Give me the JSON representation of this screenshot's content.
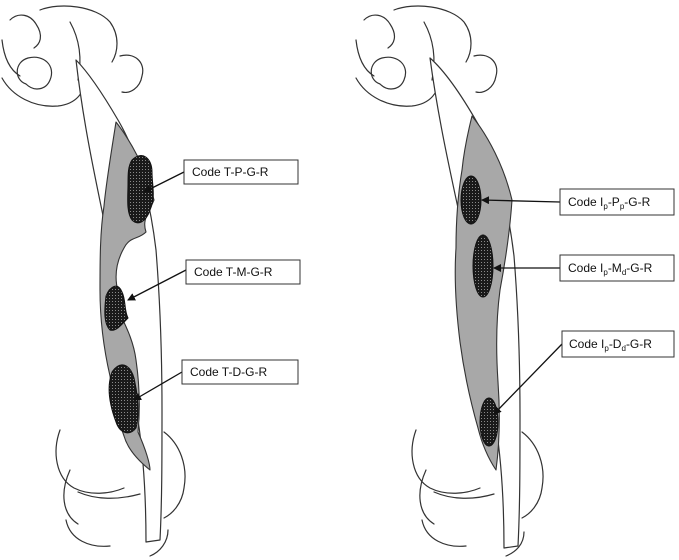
{
  "panels": [
    {
      "id": "left",
      "labels": [
        {
          "prefix": "Code T-P-G-R"
        },
        {
          "prefix": "Code T-M-G-R"
        },
        {
          "prefix": "Code T-D-G-R"
        }
      ]
    },
    {
      "id": "right",
      "labels": [
        {
          "prefix": "Code I",
          "sub1": "p",
          "mid": "-P",
          "sub2": "p",
          "suffix": "-G-R"
        },
        {
          "prefix": "Code I",
          "sub1": "p",
          "mid": "-M",
          "sub2": "d",
          "suffix": "-G-R"
        },
        {
          "prefix": "Code I",
          "sub1": "p",
          "mid": "-D",
          "sub2": "d",
          "suffix": "-G-R"
        }
      ]
    }
  ],
  "colors": {
    "muscle": "#a8a8a8",
    "lesion": "#1a1a1a",
    "outline": "#333333"
  }
}
